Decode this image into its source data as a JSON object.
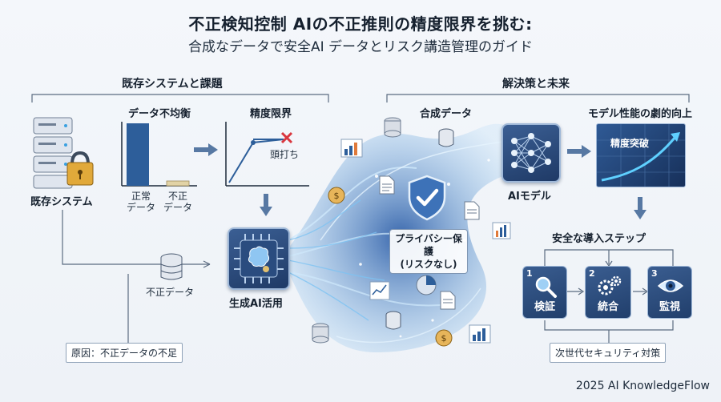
{
  "header": {
    "title": "不正検知控制 AIの不正推則の精度限界を挑む:",
    "subtitle": "合成なデータで安全AI データとリスク講造管理のガイド"
  },
  "left": {
    "section_title": "既存システムと課題",
    "legacy_system_label": "既存システム",
    "imbalance_title": "データ不均衡",
    "normal_data_label": "正常\nデータ",
    "fraud_data_label": "不正\nデータ",
    "accuracy_limit_title": "精度限界",
    "plateau_label": "頭打ち",
    "fraud_db_label": "不正データ",
    "cause_label": "原因：不正データの不足",
    "gen_ai_label": "生成AI活用"
  },
  "center": {
    "synthetic_data_label": "合成データ",
    "privacy_label_line1": "プライバシー保護",
    "privacy_label_line2": "(リスクなし)"
  },
  "right": {
    "section_title": "解決策と未来",
    "ai_model_label": "AIモデル",
    "performance_title": "モデル性能の劇的向上",
    "breakthrough_label": "精度突破",
    "safe_steps_title": "安全な導入ステップ",
    "steps": [
      {
        "num": "1",
        "label": "検証",
        "icon": "magnifier-icon"
      },
      {
        "num": "2",
        "label": "統合",
        "icon": "gears-icon"
      },
      {
        "num": "3",
        "label": "監視",
        "icon": "eye-icon"
      }
    ],
    "next_gen_label": "次世代セキュリティ対策"
  },
  "footer": {
    "credit": "2025 AI KnowledgeFlow"
  },
  "colors": {
    "navy": "#1f3a66",
    "accent_red": "#d9363e",
    "line": "#5a6b80",
    "glow": "#6fb6f0"
  }
}
